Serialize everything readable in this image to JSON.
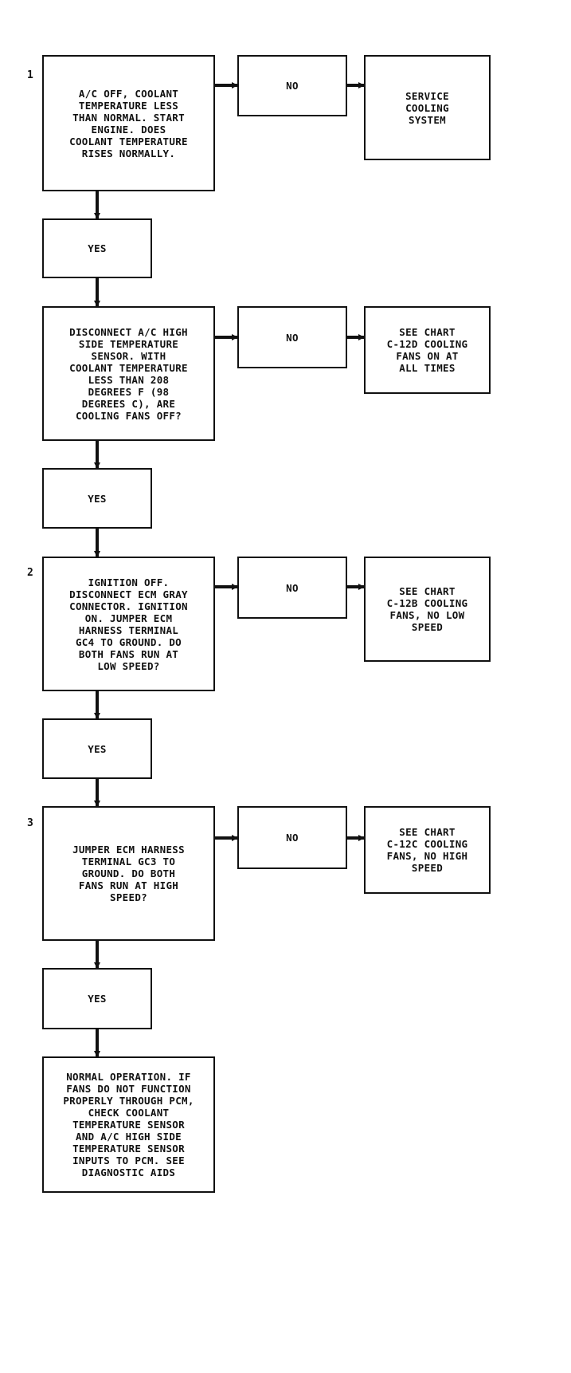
{
  "flowchart": {
    "steps": {
      "s1": "1",
      "s2": "2",
      "s3": "3"
    },
    "boxes": {
      "q1": "A/C OFF, COOLANT\nTEMPERATURE LESS\nTHAN NORMAL. START\nENGINE. DOES\nCOOLANT TEMPERATURE\nRISES NORMALLY.",
      "no1": "NO",
      "r1": "SERVICE\nCOOLING\nSYSTEM",
      "yes1": "YES",
      "q2": "DISCONNECT A/C HIGH\nSIDE TEMPERATURE\nSENSOR. WITH\nCOOLANT TEMPERATURE\nLESS THAN 208\nDEGREES F (98\nDEGREES C), ARE\nCOOLING FANS OFF?",
      "no2": "NO",
      "r2": "SEE CHART\nC-12D COOLING\nFANS ON AT\nALL TIMES",
      "yes2": "YES",
      "q3": "IGNITION OFF.\nDISCONNECT ECM GRAY\nCONNECTOR. IGNITION\nON. JUMPER ECM\nHARNESS TERMINAL\nGC4 TO GROUND. DO\nBOTH FANS RUN AT\nLOW SPEED?",
      "no3": "NO",
      "r3": "SEE CHART\nC-12B COOLING\nFANS, NO LOW\nSPEED",
      "yes3": "YES",
      "q4": "JUMPER ECM HARNESS\nTERMINAL GC3 TO\nGROUND. DO BOTH\nFANS RUN AT HIGH\nSPEED?",
      "no4": "NO",
      "r4": "SEE CHART\nC-12C COOLING\nFANS, NO HIGH\nSPEED",
      "yes4": "YES",
      "final": "NORMAL OPERATION. IF\nFANS DO NOT FUNCTION\nPROPERLY THROUGH PCM,\nCHECK COOLANT\nTEMPERATURE SENSOR\nAND A/C HIGH SIDE\nTEMPERATURE SENSOR\nINPUTS TO PCM. SEE\nDIAGNOSTIC AIDS"
    }
  }
}
